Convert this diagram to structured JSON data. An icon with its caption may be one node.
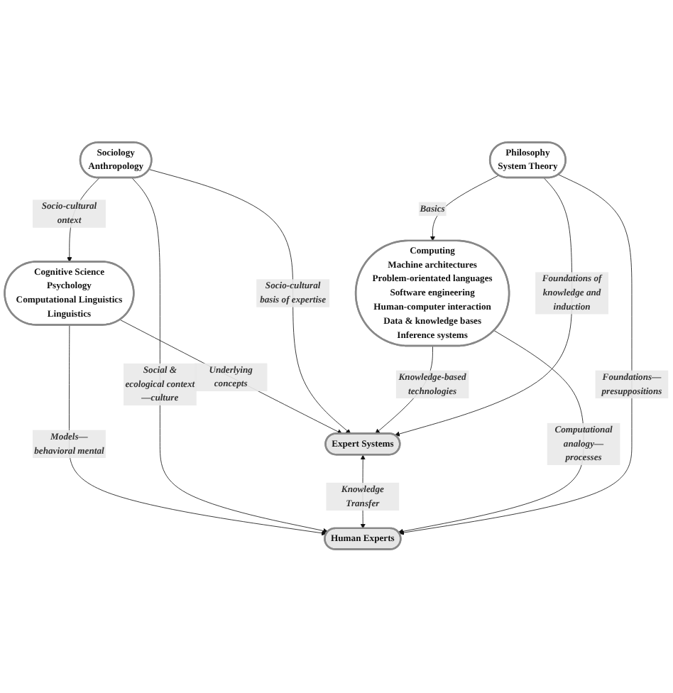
{
  "diagram": {
    "nodes": [
      {
        "text": [
          "Cognitive Science",
          "Psychology",
          "Computational Linguistics",
          "Linguistics"
        ]
      },
      {
        "text": [
          "Sociology",
          "Anthropology"
        ]
      },
      {
        "text": [
          "Expert Systems"
        ]
      },
      {
        "text": [
          "Human Experts"
        ]
      },
      {
        "text": [
          "Computing",
          "Machine architectures",
          "Problem-orientated languages",
          "Software engineering",
          "Human-computer interaction",
          "Data & knowledge bases",
          "Inference systems"
        ]
      },
      {
        "text": [
          "Philosophy",
          "System Theory"
        ]
      }
    ],
    "edges": [
      {
        "from": 1,
        "to": 0,
        "arrow": "to",
        "label": "Socio-cultural ontext"
      },
      {
        "from": 0,
        "to": 2,
        "arrow": "to",
        "label": "Underlying concepts"
      },
      {
        "from": 0,
        "to": 3,
        "arrow": "to",
        "label": "Models—behavioral mental"
      },
      {
        "from": 1,
        "to": 2,
        "arrow": "to",
        "label": "Socio-cultural basis of expertise"
      },
      {
        "from": 1,
        "to": 3,
        "arrow": "to",
        "label": "Social & ecological context—culture"
      },
      {
        "from": 2,
        "to": 3,
        "arrow": "both",
        "label": "Knowledge Transfer"
      },
      {
        "from": 4,
        "to": 2,
        "arrow": "to",
        "label": "Knowledge-based technologies"
      },
      {
        "from": 4,
        "to": 3,
        "arrow": "to",
        "label": "Computational analogy—processes"
      },
      {
        "from": 5,
        "to": 2,
        "arrow": "to",
        "label": "Foundations of knowledge and induction"
      },
      {
        "from": 5,
        "to": 3,
        "arrow": "to",
        "label": "Foundations—presuppositions"
      },
      {
        "from": 5,
        "to": 4,
        "arrow": "to",
        "label": "Basics"
      }
    ]
  }
}
